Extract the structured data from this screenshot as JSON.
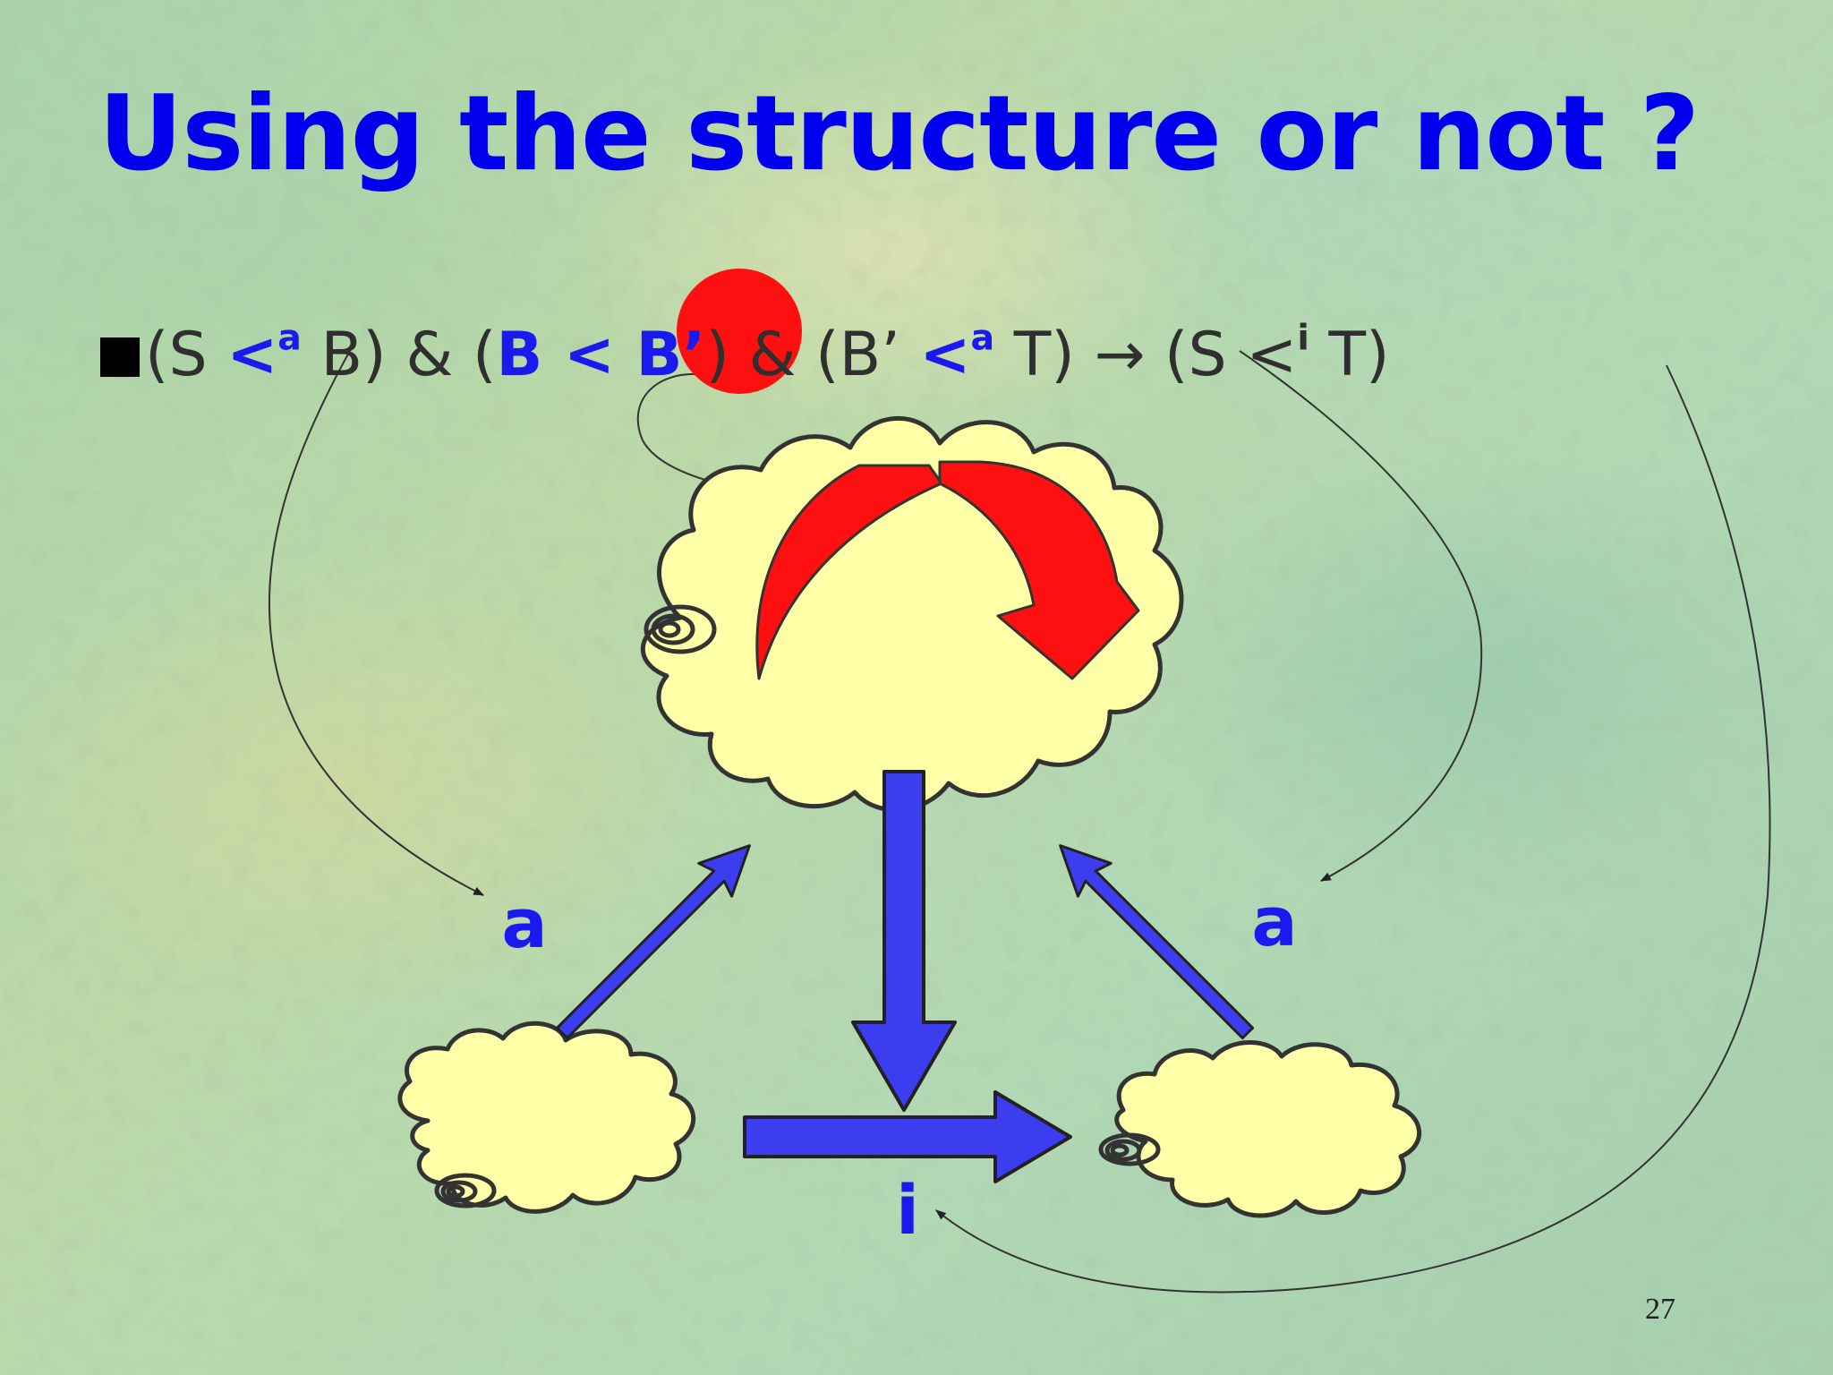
{
  "slide": {
    "title": "Using the structure or not ?",
    "formula": {
      "open1": "(S ",
      "lt1": "<",
      "sup1": "a",
      "mid1": " B) & (",
      "b": "B",
      "lt2": " < ",
      "bprime": "B’",
      "mid2": ") & (B’ ",
      "lt3": "<",
      "sup3": "a",
      "mid3": " T) → (S <",
      "sup4": "i",
      "end": " T)"
    },
    "labels": {
      "left_a": "a",
      "right_a": "a",
      "bottom_i": "i"
    },
    "page_number": "27"
  },
  "colors": {
    "title": "#0000ee",
    "highlight": "#1a1aee",
    "cloud_fill": "#ffffa8",
    "cloud_stroke": "#333333",
    "arrow_blue": "#3d3df0",
    "arrow_red": "#ff1010",
    "red_dot": "#ff1010"
  }
}
